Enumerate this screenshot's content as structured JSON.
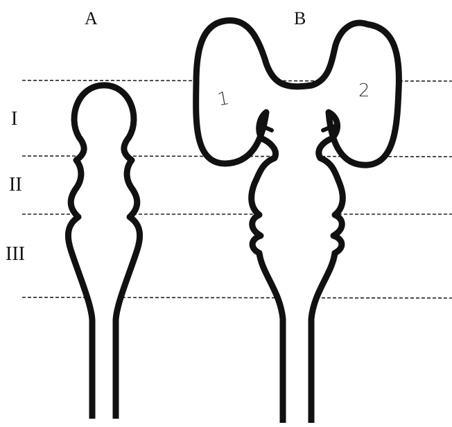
{
  "figure": {
    "panels": [
      {
        "label": "A"
      },
      {
        "label": "B"
      }
    ],
    "regions": [
      {
        "label": "I"
      },
      {
        "label": "II"
      },
      {
        "label": "III"
      }
    ],
    "annotations": [
      {
        "label": "1"
      },
      {
        "label": "2"
      }
    ],
    "colors": {
      "ink": "#111111",
      "background": "#ffffff"
    }
  }
}
